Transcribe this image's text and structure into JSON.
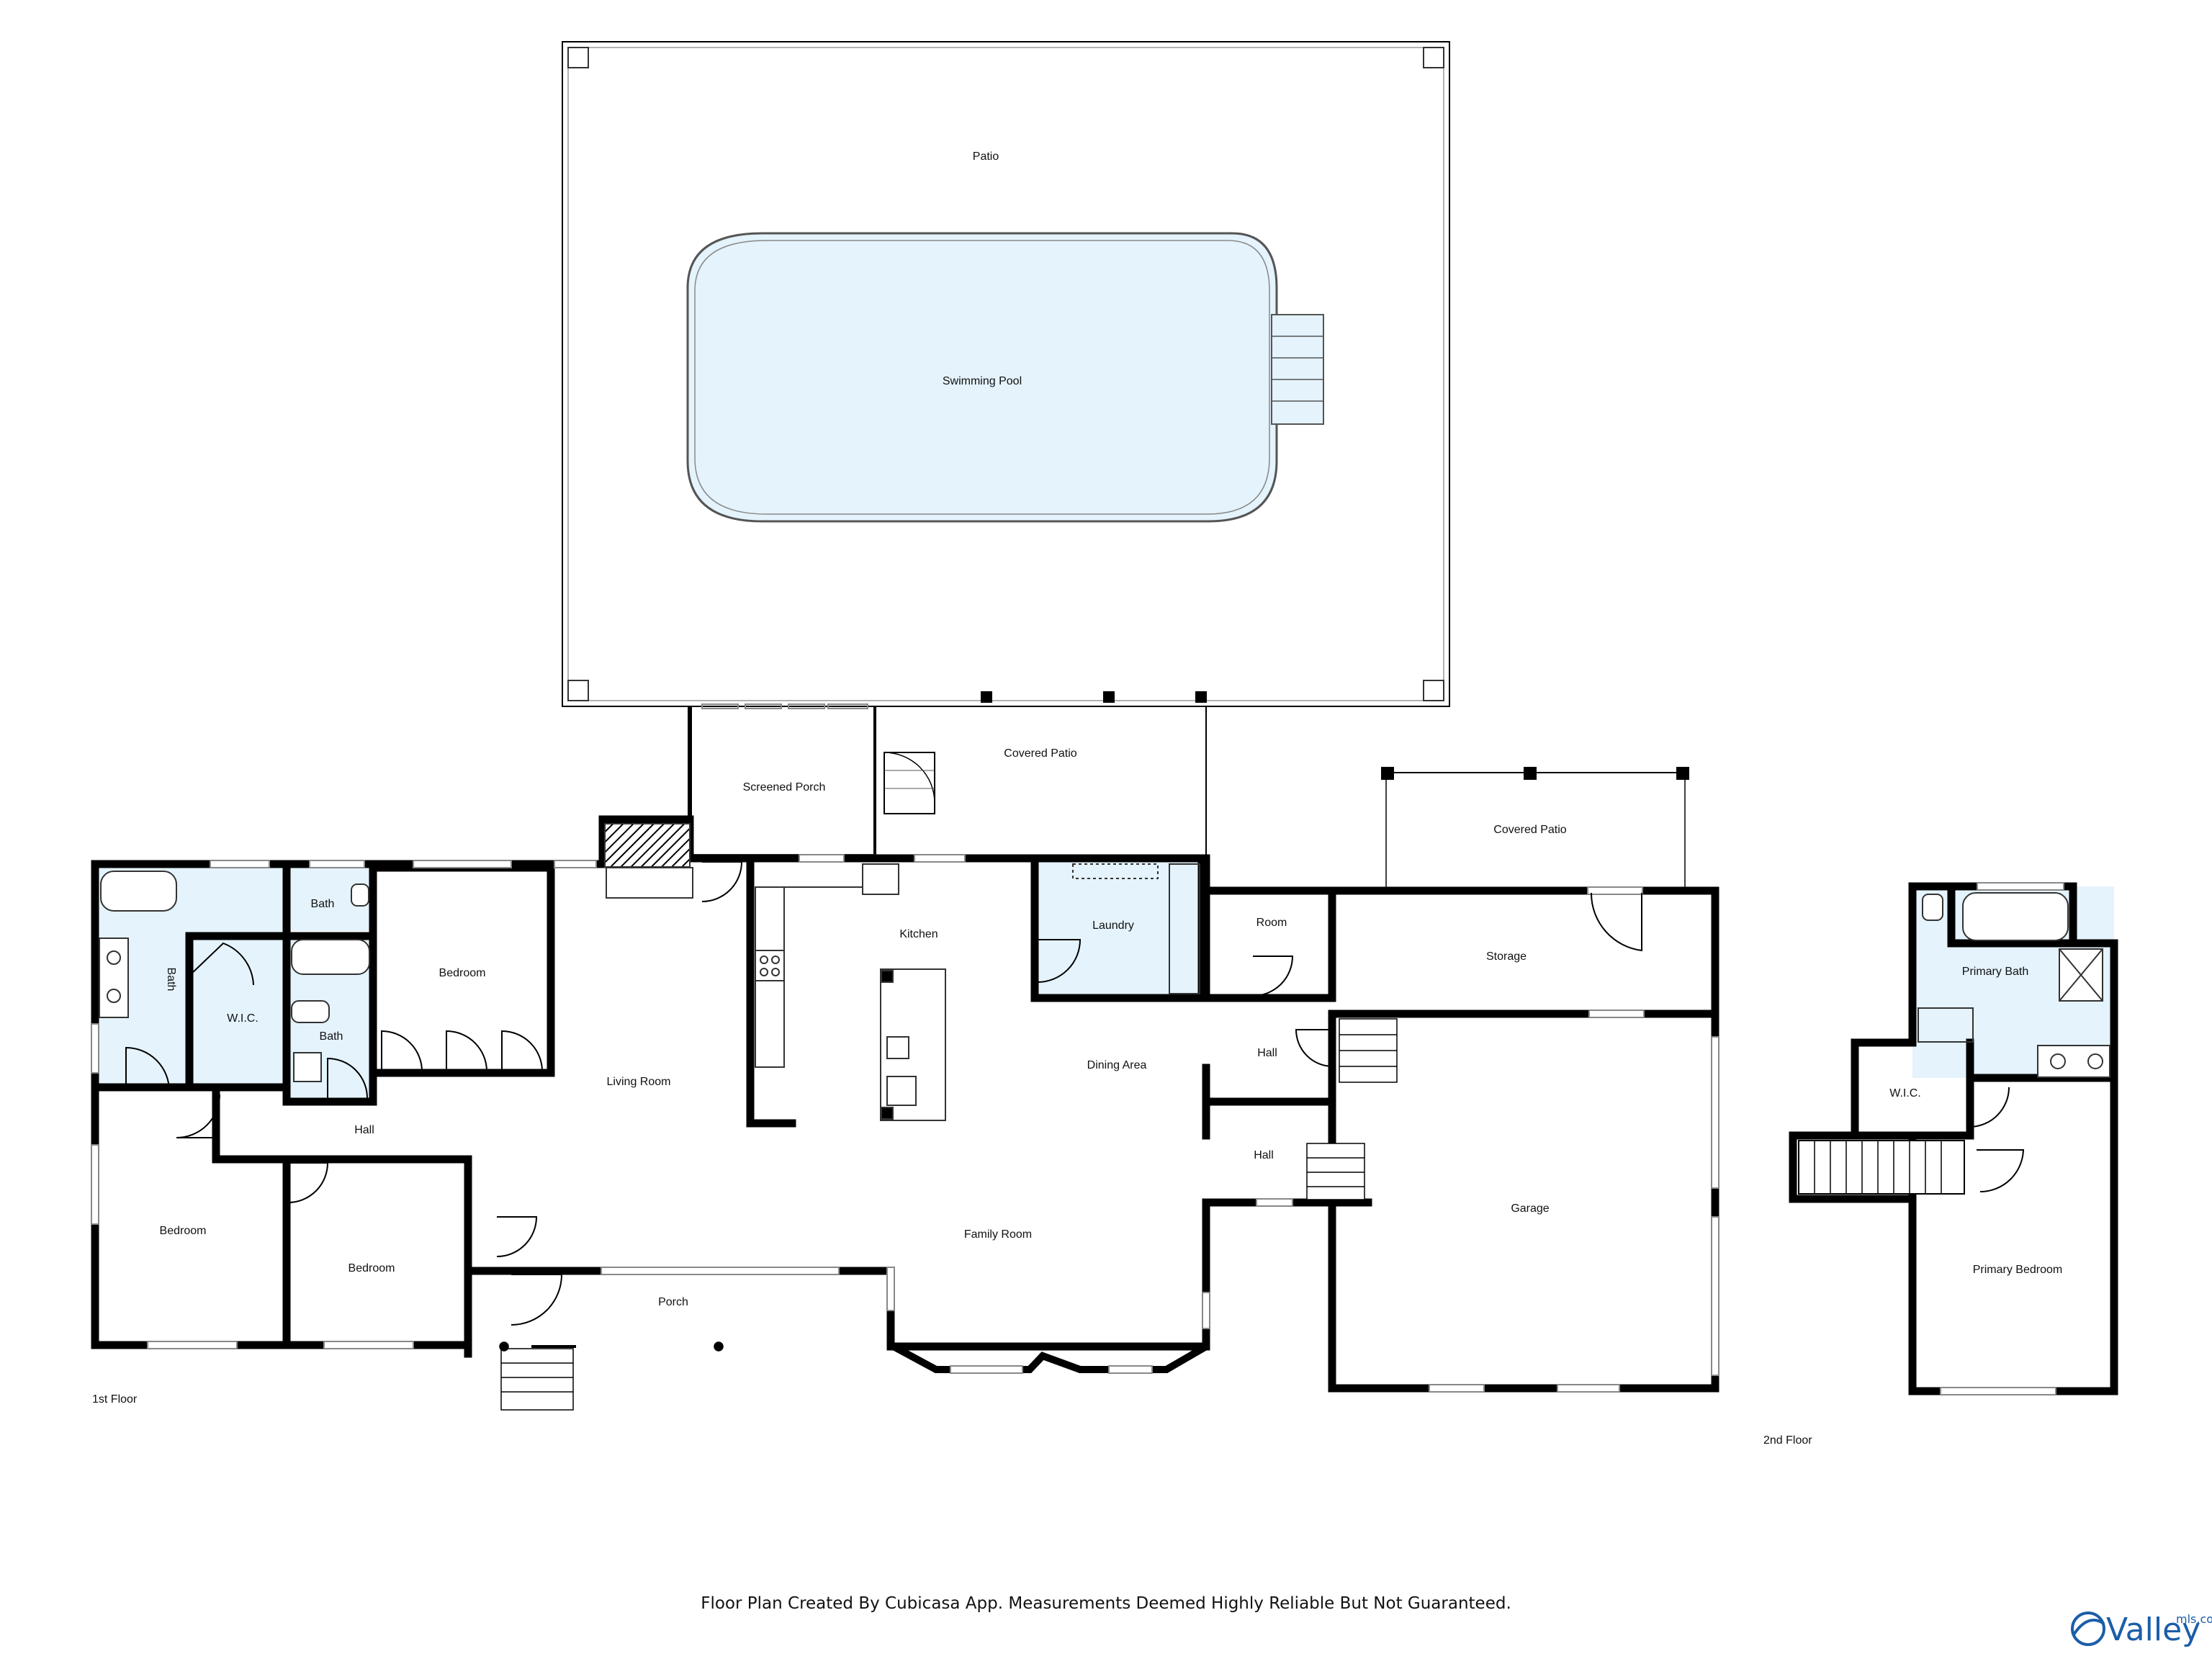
{
  "plan": {
    "rooms": {
      "patio": "Patio",
      "pool": "Swimming Pool",
      "screened_porch": "Screened Porch",
      "covered_patio_main": "Covered Patio",
      "covered_patio_garage": "Covered Patio",
      "kitchen": "Kitchen",
      "laundry": "Laundry",
      "room": "Room",
      "storage": "Storage",
      "bath_master": "Bath",
      "bath_small": "Bath",
      "bath_hall": "Bath",
      "wic_first": "W.I.C.",
      "bedroom_1": "Bedroom",
      "bedroom_2": "Bedroom",
      "bedroom_3": "Bedroom",
      "hall_1": "Hall",
      "hall_2": "Hall",
      "hall_3": "Hall",
      "living_room": "Living Room",
      "dining_area": "Dining Area",
      "family_room": "Family Room",
      "porch": "Porch",
      "garage": "Garage",
      "primary_bath": "Primary Bath",
      "wic_second": "W.I.C.",
      "primary_bedroom": "Primary Bedroom"
    },
    "floor_labels": {
      "first": "1st Floor",
      "second": "2nd Floor"
    },
    "caption": "Floor Plan Created By Cubicasa App. Measurements Deemed Highly Reliable But Not Guaranteed.",
    "logo": {
      "name": "Valley",
      "suffix": "mls.com"
    }
  },
  "colors": {
    "wall": "#000000",
    "wet_room": "#e4f3fc",
    "pool_water": "#e4f3fc",
    "logo": "#1b5ea8"
  }
}
